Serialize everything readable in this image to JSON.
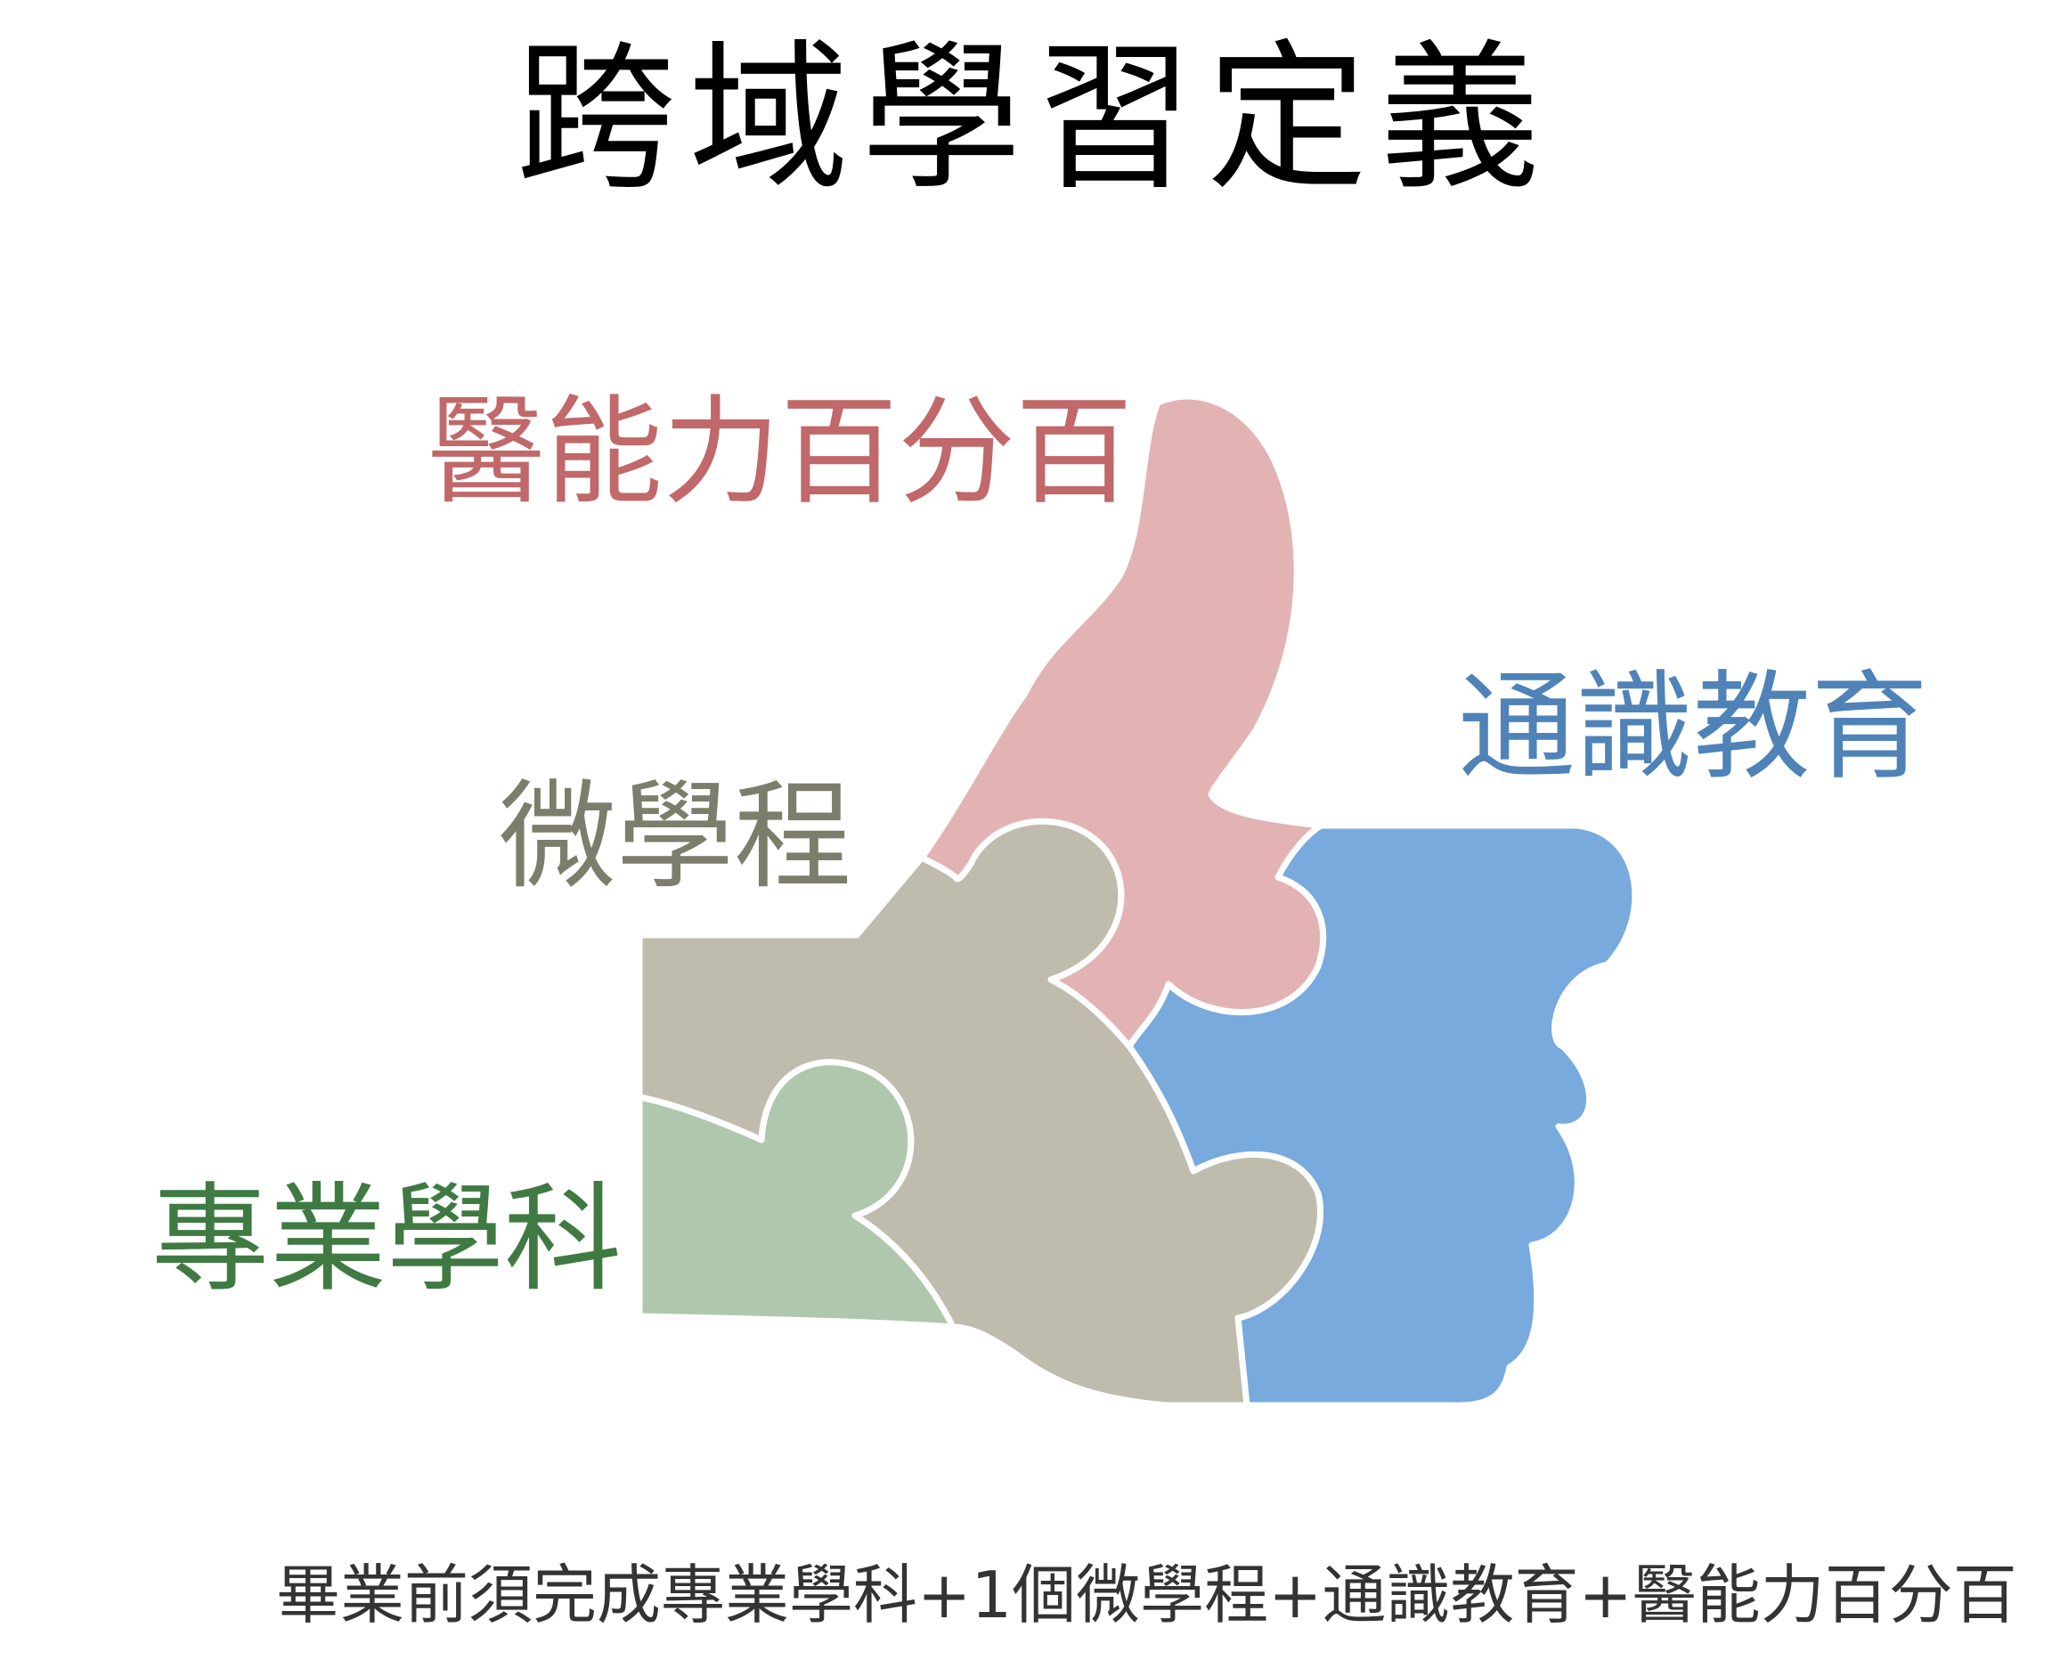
{
  "title": "跨域學習定義",
  "pieces": {
    "medical": {
      "label": "醫能力百分百",
      "text_color": "#c0686a",
      "fill": "#e3b3b4"
    },
    "general": {
      "label": "通識教育",
      "text_color": "#4f83b7",
      "fill": "#78aadd"
    },
    "micro": {
      "label": "微學程",
      "text_color": "#7d7d6c",
      "fill": "#bfbcae"
    },
    "major": {
      "label": "專業學科",
      "text_color": "#3f7a43",
      "fill": "#afc8ad"
    }
  },
  "outline_color": "#ffffff",
  "footer": "畢業前須完成專業學科+1個微學程+通識教育+醫能力百分百"
}
